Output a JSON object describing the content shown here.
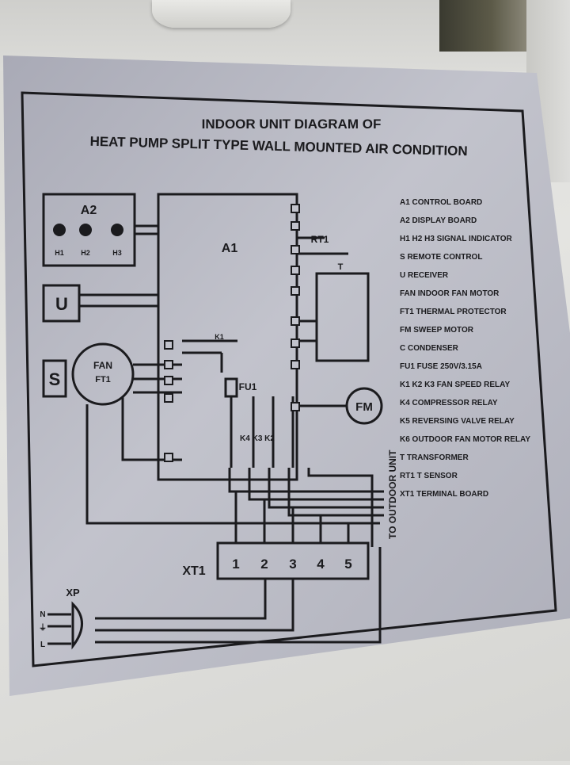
{
  "diagram": {
    "title_line1": "INDOOR UNIT DIAGRAM OF",
    "title_line2": "HEAT PUMP SPLIT TYPE WALL MOUNTED AIR CONDITION",
    "components": {
      "a2": "A2",
      "a2_leds": [
        "H1",
        "H2",
        "H3"
      ],
      "a1": "A1",
      "u": "U",
      "s": "S",
      "fan_line1": "FAN",
      "fan_line2": "FT1",
      "fm": "FM",
      "rt1": "RT1",
      "t": "T",
      "k1": "K1",
      "fu1": "FU1",
      "k4k3k2": "K4 K3 K2",
      "xt1": "XT1",
      "xt1_terminals": [
        "1",
        "2",
        "3",
        "4",
        "5"
      ],
      "xp": "XP",
      "xp_pins": [
        "N",
        "⏚",
        "L"
      ],
      "outdoor_unit": "TO OUTDOOR UNIT"
    },
    "legend": [
      "A1  CONTROL BOARD",
      "A2  DISPLAY BOARD",
      "H1 H2 H3 SIGNAL INDICATOR",
      "S   REMOTE CONTROL",
      "U   RECEIVER",
      "FAN  INDOOR FAN MOTOR",
      "FT1  THERMAL PROTECTOR",
      "FM  SWEEP MOTOR",
      "C   CONDENSER",
      "FU1 FUSE 250V/3.15A",
      "K1 K2 K3 FAN SPEED RELAY",
      "K4  COMPRESSOR RELAY",
      "K5  REVERSING VALVE RELAY",
      "K6  OUTDOOR FAN MOTOR RELAY",
      "T   TRANSFORMER",
      "RT1 T SENSOR",
      "XT1 TERMINAL BOARD"
    ]
  },
  "colors": {
    "sticker": "#b9bac4",
    "ink": "#1b1b1e",
    "wall": "#dcdcd9"
  }
}
